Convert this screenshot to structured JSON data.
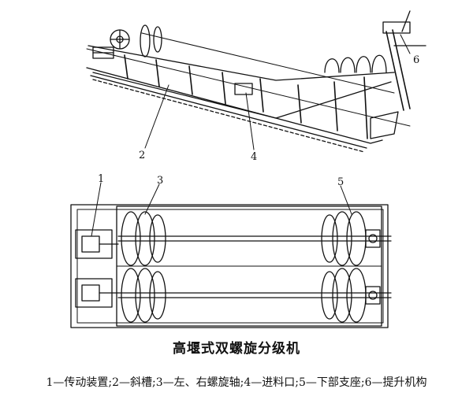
{
  "figure": {
    "title": "高堰式双螺旋分级机",
    "legend": "1—传动装置;2—斜槽;3—左、右螺旋轴;4—进料口;5—下部支座;6—提升机构",
    "callouts": {
      "c1": "1",
      "c2": "2",
      "c3": "3",
      "c4": "4",
      "c5": "5",
      "c6": "6"
    }
  }
}
